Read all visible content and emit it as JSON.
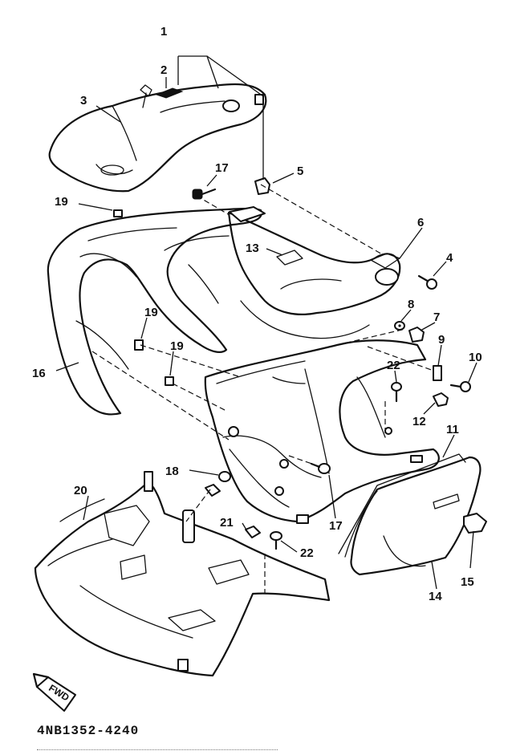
{
  "diagram": {
    "callouts": [
      "1",
      "2",
      "3",
      "4",
      "5",
      "6",
      "7",
      "8",
      "9",
      "10",
      "11",
      "12",
      "13",
      "14",
      "15",
      "16",
      "17",
      "17",
      "18",
      "19",
      "19",
      "19",
      "20",
      "21",
      "22",
      "22"
    ],
    "forward_badge": "FWD",
    "part_code": "4NB1352-4240"
  }
}
